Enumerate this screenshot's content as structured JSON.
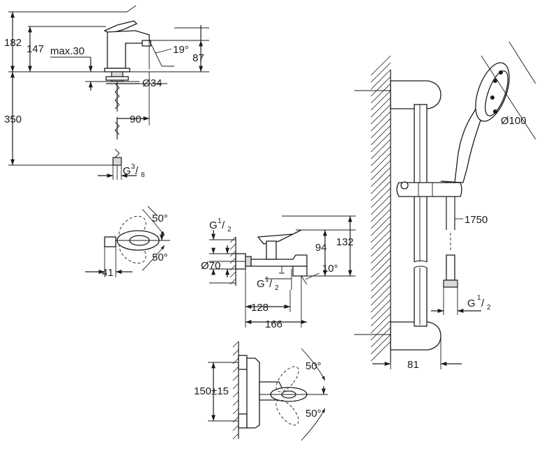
{
  "basin_mixer": {
    "dim_total_height": "182",
    "dim_body_height": "147",
    "dim_max": "max.30",
    "dim_angle": "19°",
    "dim_spout_height": "87",
    "dim_hole_diameter": "Ø34",
    "dim_spout_reach": "90",
    "dim_hose_length": "350",
    "thread_G": "G",
    "thread_num": "3",
    "thread_den": "8"
  },
  "basin_top_view": {
    "angle_upper": "50°",
    "angle_lower": "50°",
    "dim_depth": "41"
  },
  "bath_mixer": {
    "thread_top_G": "G",
    "thread_top_num": "1",
    "thread_top_den": "2",
    "dim_height_94": "94",
    "dim_height_132": "132",
    "dim_rosette": "Ø70",
    "dim_angle": "10°",
    "thread_bottom_G": "G",
    "thread_bottom_num": "1",
    "thread_bottom_den": "2",
    "dim_128": "128",
    "dim_166": "166"
  },
  "shower_mixer": {
    "angle_upper": "50°",
    "angle_lower": "50°",
    "dim_centers": "150±15"
  },
  "shower_set": {
    "dim_head_diameter": "Ø100",
    "dim_hose_length": "1750",
    "thread_G": "G",
    "thread_num": "1",
    "thread_den": "2",
    "dim_wall_distance": "81"
  }
}
